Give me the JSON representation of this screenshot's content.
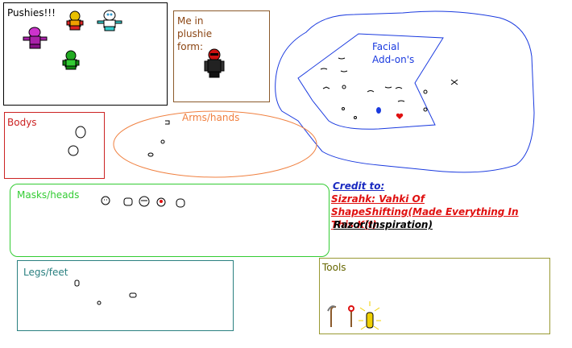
{
  "pushies": {
    "label": "Pushies!!!"
  },
  "plushie": {
    "label": "Me in plushie form:"
  },
  "bodys": {
    "label": "Bodys"
  },
  "arms": {
    "label": "Arms/hands"
  },
  "facial": {
    "label": "Facial Add-on's"
  },
  "masks": {
    "label": "Masks/heads"
  },
  "legs": {
    "label": "Legs/feet"
  },
  "tools": {
    "label": "Tools"
  },
  "credits": {
    "title": "Credit to:",
    "line1": "Sizrahk: Vahki Of ShapeShifting(Made Everything In This Kit)",
    "line2_name": "Razor",
    "line2_rest": "(Inspiration)"
  },
  "colors": {
    "pushies_border": "#000000",
    "plushie_border": "#8b5a2b",
    "bodys_border": "#cc2222",
    "arms_border": "#f08040",
    "facial_border": "#1a3adf",
    "masks_border": "#33cc33",
    "legs_border": "#2a8080",
    "tools_border": "#999933",
    "credit_blue": "#1a2ac0",
    "credit_red": "#e01010"
  }
}
